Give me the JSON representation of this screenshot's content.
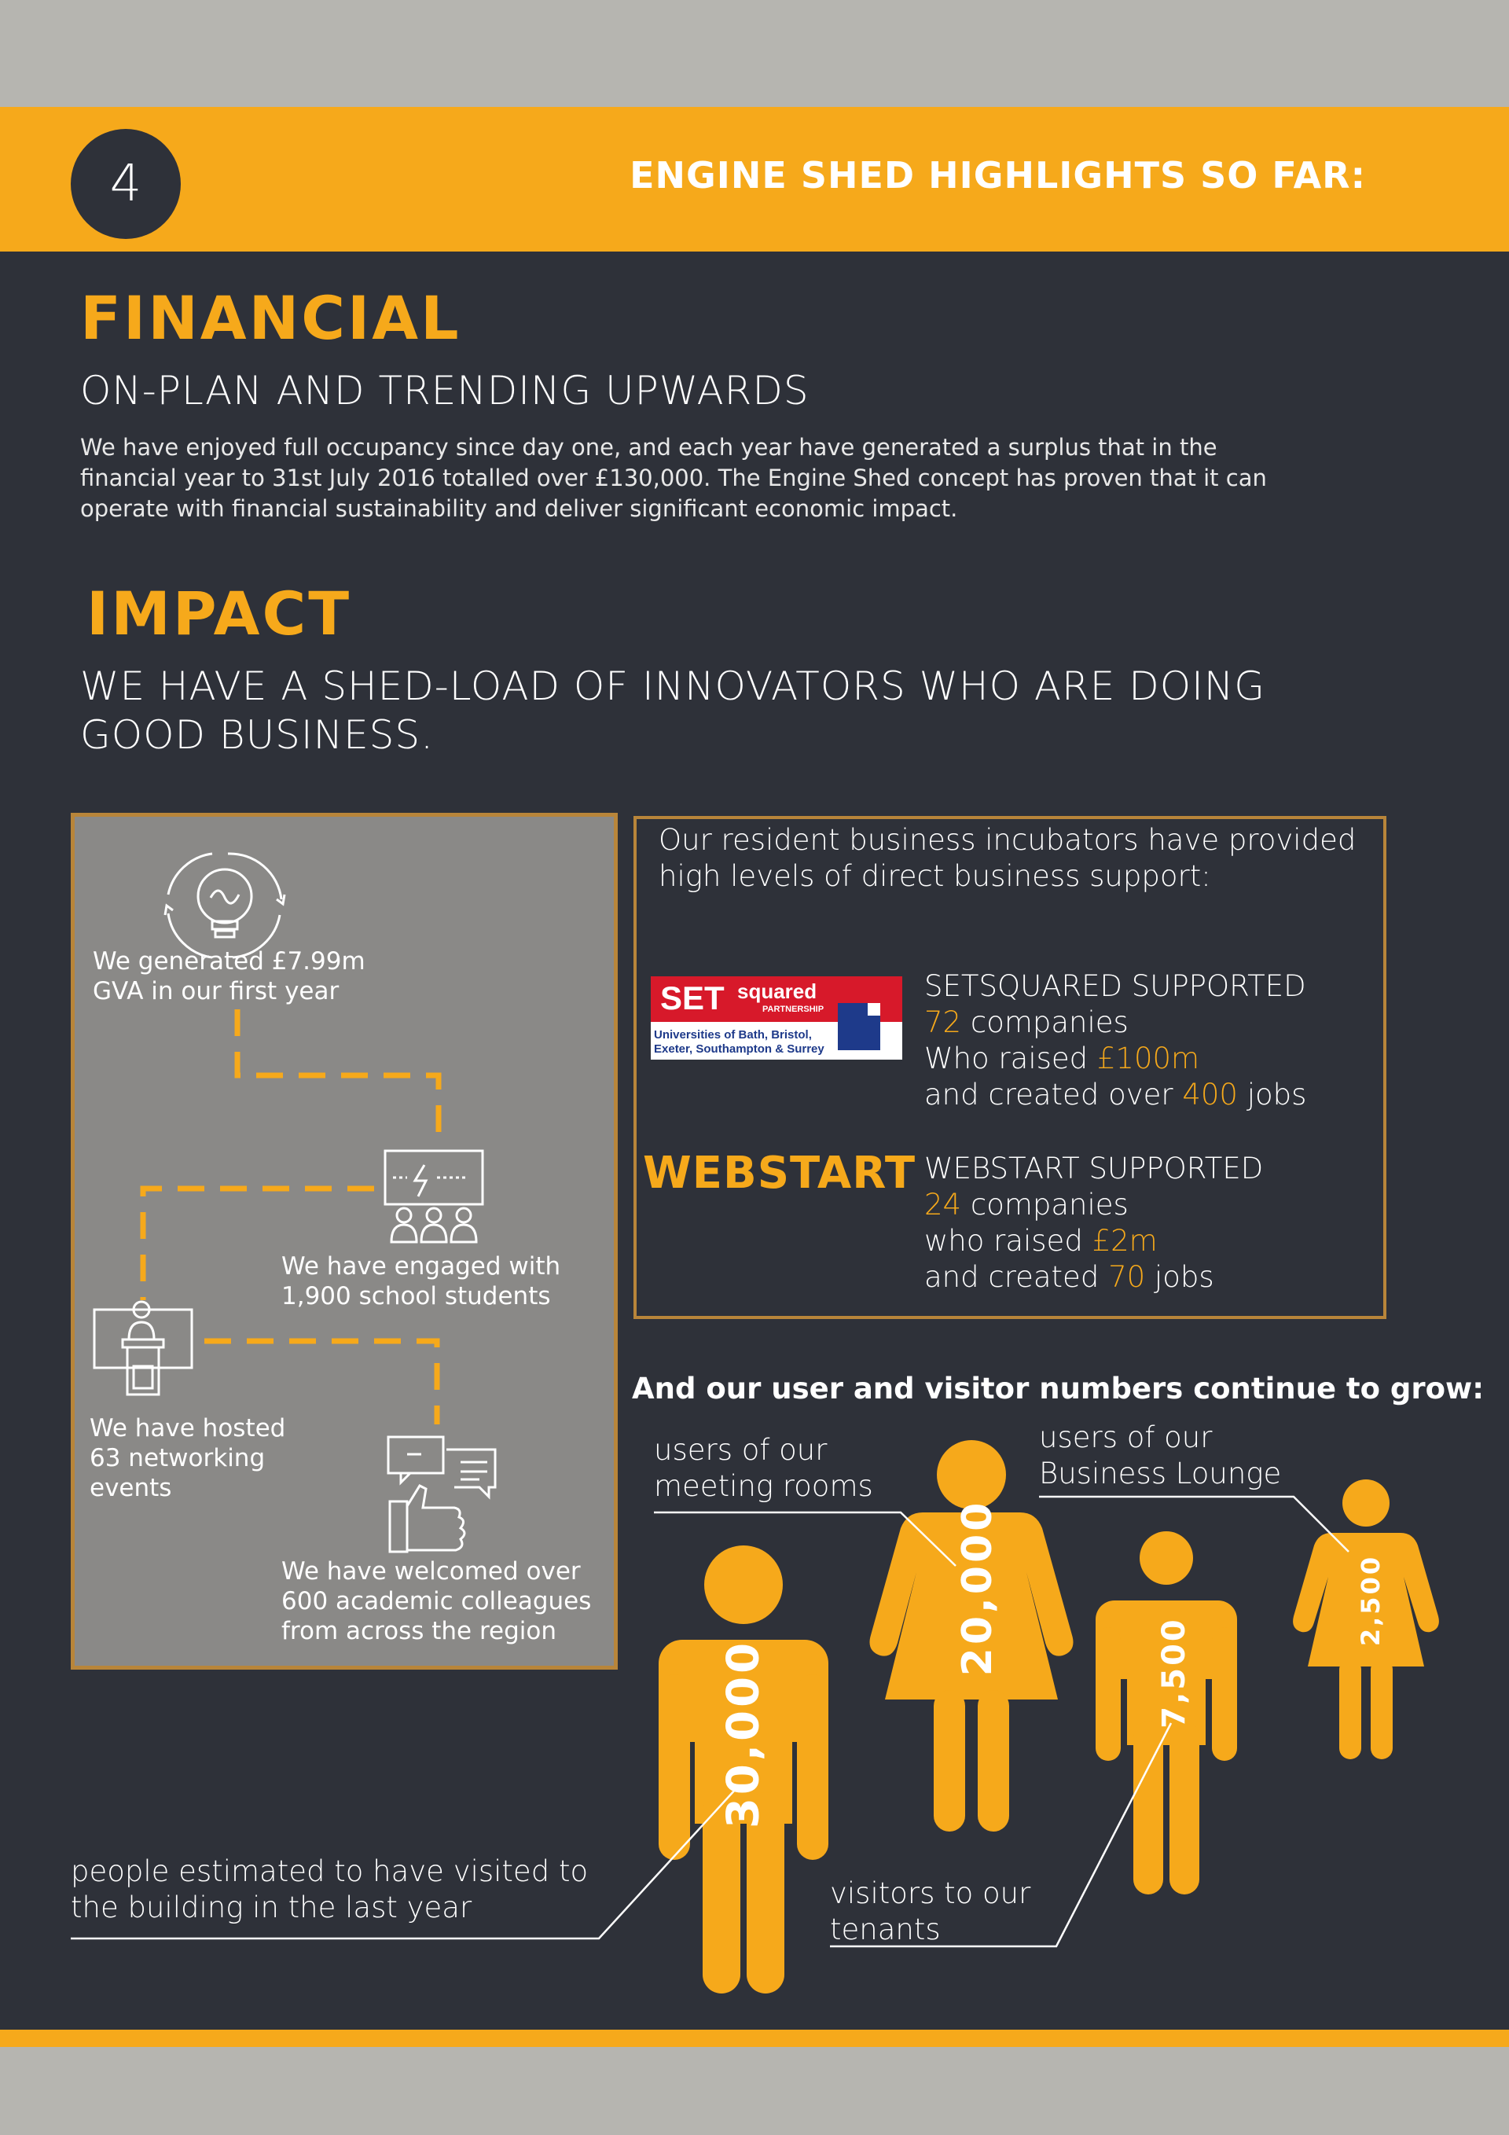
{
  "header": {
    "page_number": "4",
    "title": "ENGINE SHED HIGHLIGHTS SO FAR:"
  },
  "financial": {
    "heading": "FINANCIAL",
    "subheading": "ON-PLAN AND TRENDING UPWARDS",
    "body_lines": [
      "We have enjoyed full occupancy since day one, and each year have generated a surplus that in the",
      "financial year to 31st July 2016 totalled over £130,000. The Engine Shed concept has proven that it can",
      "operate with financial sustainability and deliver significant economic impact."
    ]
  },
  "impact": {
    "heading": "IMPACT",
    "subheading_lines": [
      "WE HAVE A SHED-LOAD OF INNOVATORS WHO ARE DOING",
      "GOOD BUSINESS."
    ]
  },
  "achievements": [
    {
      "icon": "lightbulb-icon",
      "lines": [
        "We generated £7.99m",
        "GVA in our first year"
      ]
    },
    {
      "icon": "audience-presentation-icon",
      "lines": [
        "We have engaged with",
        "1,900 school students"
      ]
    },
    {
      "icon": "speaker-podium-icon",
      "lines": [
        "We have hosted",
        "63 networking",
        "events"
      ]
    },
    {
      "icon": "thumbs-up-chat-icon",
      "lines": [
        "We have welcomed over",
        "600 academic colleagues",
        "from across the region"
      ]
    }
  ],
  "incubators": {
    "intro_lines": [
      "Our resident business incubators have provided",
      "high levels of direct business support:"
    ],
    "setsquared": {
      "logo_word_set": "SET",
      "logo_word_squared": "squared",
      "logo_partnership": "PARTNERSHIP",
      "logo_unis_1": "Universities of Bath, Bristol,",
      "logo_unis_2": "Exeter, Southampton & Surrey",
      "title": "SETSQUARED SUPPORTED",
      "companies": "72",
      "companies_suffix": " companies",
      "raised_prefix": "Who raised ",
      "raised": "£100m",
      "jobs_prefix": "and created over ",
      "jobs": "400",
      "jobs_suffix": " jobs"
    },
    "webstart": {
      "logo_text": "WEBSTART",
      "title": "WEBSTART SUPPORTED",
      "companies": "24",
      "companies_suffix": " companies",
      "raised_prefix": "who raised ",
      "raised": "£2m",
      "jobs_prefix": "and created ",
      "jobs": "70",
      "jobs_suffix": " jobs"
    }
  },
  "visitors": {
    "heading": "And our user and visitor numbers continue to grow:",
    "figures": [
      {
        "value": "30,000",
        "caption_lines": [
          "people estimated to have visited to",
          "the building in the last year"
        ]
      },
      {
        "value": "20,000",
        "caption_lines": [
          "users of our",
          "meeting rooms"
        ]
      },
      {
        "value": "7,500",
        "caption_lines": [
          "visitors to our",
          "tenants"
        ]
      },
      {
        "value": "2,500",
        "caption_lines": [
          "users of our",
          "Business Lounge"
        ]
      }
    ]
  },
  "colors": {
    "accent": "#f6a91b",
    "background": "#2e3139",
    "panel": "#8a8987",
    "frame": "#b8853a",
    "setsquared_red": "#d7192a",
    "setsquared_blue": "#1e3a8a"
  }
}
